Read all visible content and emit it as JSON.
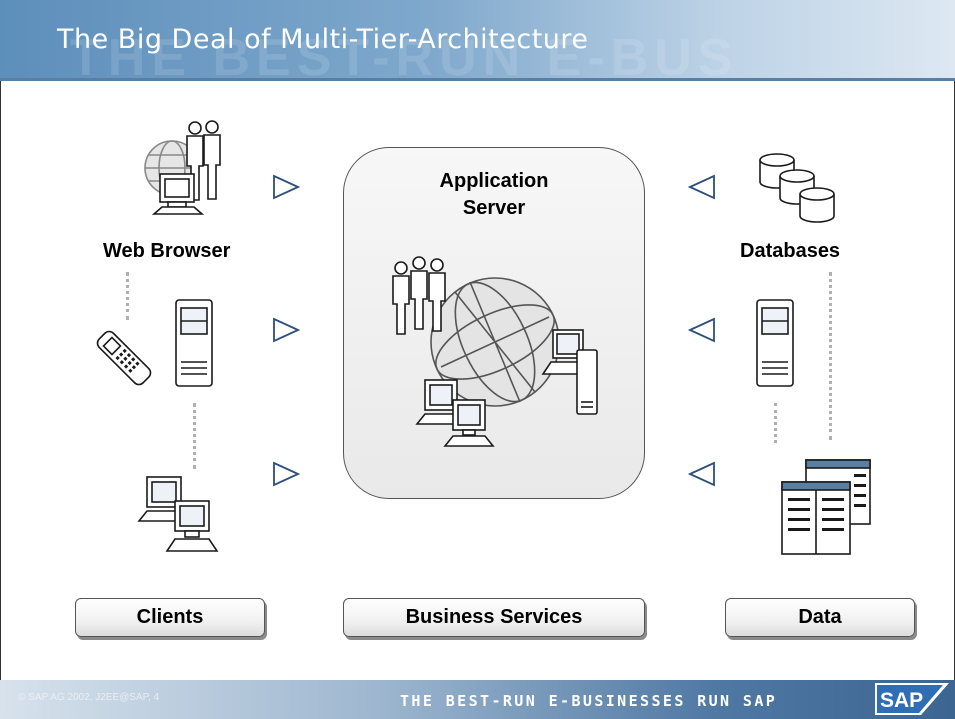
{
  "slide": {
    "title": "The Big Deal of Multi-Tier-Architecture",
    "watermark": "THE BEST-RUN E-BUS"
  },
  "diagram": {
    "labels": {
      "web_browser": "Web Browser",
      "databases": "Databases",
      "application_server": "Application Server"
    },
    "tiers": [
      "Clients",
      "Business Services",
      "Data"
    ],
    "icons": {
      "clients": [
        "users-globe-workstation-icon",
        "mobile-phone-icon",
        "server-tower-icon",
        "networked-computers-icon"
      ],
      "business_services": [
        "users-icon",
        "globe-icon",
        "networked-computers-icon"
      ],
      "data": [
        "database-cylinders-icon",
        "server-tower-icon",
        "data-tables-icon"
      ]
    },
    "arrows": {
      "left_column": "right-pointing",
      "right_column": "left-pointing"
    }
  },
  "footer": {
    "copyright": "© SAP AG 2002,  J2EE@SAP, 4",
    "slogan": "THE BEST-RUN E-BUSINESSES RUN SAP",
    "logo_text": "SAP"
  },
  "colors": {
    "header_blue": "#5d8fbb",
    "footer_blue": "#3c6592",
    "icon_stroke": "#1a1a1a",
    "icon_fill": "#eef2f8"
  }
}
